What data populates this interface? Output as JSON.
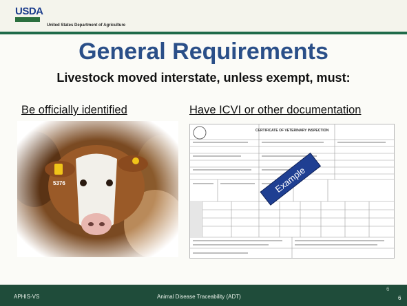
{
  "header": {
    "logo_text": "USDA",
    "department": "United States Department of Agriculture"
  },
  "slide": {
    "title": "General Requirements",
    "subtitle": "Livestock moved interstate, unless exempt, must:",
    "left_heading": "Be officially identified",
    "right_heading": "Have ICVI or other documentation",
    "ear_tag": "5376",
    "form_title": "CERTIFICATE OF VETERINARY INSPECTION",
    "stamp": "Example"
  },
  "footer": {
    "left": "APHIS-VS",
    "center": "Animal Disease Traceability (ADT)",
    "page_small": "6",
    "page": "6"
  },
  "colors": {
    "title": "#2a4f88",
    "footer_bg": "#1f4c3a",
    "header_line": "#1f6b4a",
    "stamp_bg": "#1f3f92"
  }
}
